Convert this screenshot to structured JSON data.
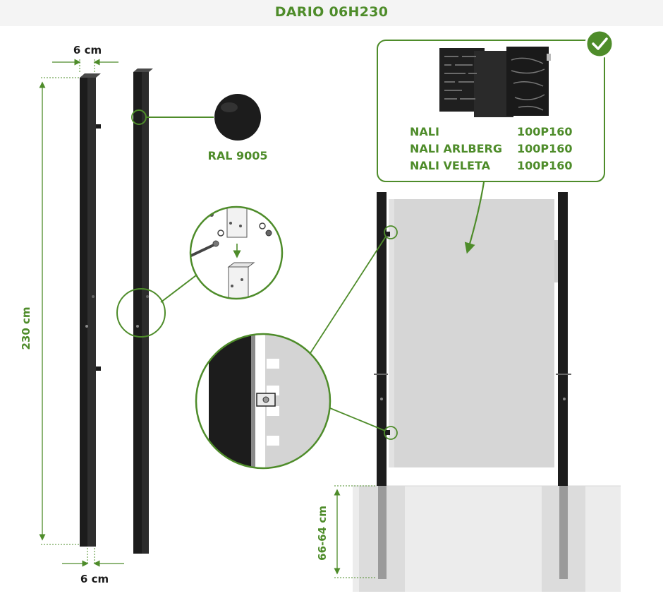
{
  "title": "DARIO 06H230",
  "colors": {
    "green": "#4e8c2a",
    "post": "#1c1c1c",
    "panel": "#d6d6d6",
    "ground": "#e6e6e6",
    "concrete": "#cfcfcf"
  },
  "dimensions": {
    "width_top": "6 cm",
    "width_bottom": "6 cm",
    "height": "230 cm",
    "depth": "66-64 cm"
  },
  "ral_label": "RAL 9005",
  "compatible": {
    "rows": [
      {
        "name": "NALI",
        "code": "100P160"
      },
      {
        "name": "NALI ARLBERG",
        "code": "100P160"
      },
      {
        "name": "NALI VELETA",
        "code": "100P160"
      }
    ]
  },
  "icons": {
    "check": "check-circle-icon"
  }
}
